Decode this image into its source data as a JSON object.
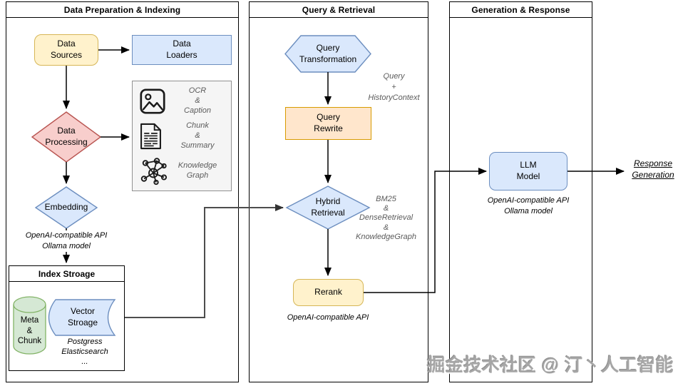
{
  "sections": [
    {
      "title": "Data Preparation & Indexing"
    },
    {
      "title": "Query & Retrieval"
    },
    {
      "title": "Generation & Response"
    }
  ],
  "nodes": {
    "data_sources": {
      "label": "Data\nSources",
      "fill": "#fff2cc",
      "border": "#d6b656"
    },
    "data_loaders": {
      "label": "Data\nLoaders",
      "fill": "#dae8fc",
      "border": "#6c8ebf"
    },
    "data_processing": {
      "label": "Data\nProcessing",
      "fill": "#f8cecc",
      "border": "#b85450"
    },
    "embedding": {
      "label": "Embedding",
      "note": "OpenAI-compatible API\nOllama model",
      "fill": "#dae8fc",
      "border": "#6c8ebf"
    },
    "query_transformation": {
      "label": "Query\nTransformation",
      "fill": "#dae8fc",
      "border": "#6c8ebf"
    },
    "query_rewrite": {
      "label": "Query\nRewrite",
      "fill": "#ffe6cc",
      "border": "#d79b00"
    },
    "hybrid_retrieval": {
      "label": "Hybrid\nRetrieval",
      "fill": "#dae8fc",
      "border": "#6c8ebf"
    },
    "rerank": {
      "label": "Rerank",
      "note": "OpenAI-compatible API",
      "fill": "#fff2cc",
      "border": "#d6b656"
    },
    "llm_model": {
      "label": "LLM\nModel",
      "note": "OpenAI-compatible API\nOllama model",
      "fill": "#dae8fc",
      "border": "#6c8ebf"
    }
  },
  "processing_panel": {
    "items": [
      {
        "icon": "image-icon",
        "label": "OCR\n&\nCaption"
      },
      {
        "icon": "document-icon",
        "label": "Chunk\n&\nSummary"
      },
      {
        "icon": "knowledge-graph-icon",
        "label": "Knowledge\nGraph"
      }
    ]
  },
  "index_storage": {
    "title": "Index Stroage",
    "meta_chunk": {
      "label": "Meta\n&\nChunk",
      "fill": "#d5e8d4",
      "border": "#82b366"
    },
    "vector_storage": {
      "label": "Vector\nStroage",
      "note": "Postgress\nElasticsearch\n...",
      "fill": "#dae8fc",
      "border": "#6c8ebf"
    }
  },
  "annotations": {
    "query_context": "Query\n+\nHistoryContext",
    "retrieval_methods": "BM25\n&\nDenseRetrieval\n&\nKnowledgeGraph",
    "response_generation": "Response\nGeneration"
  },
  "watermark": "掘金技术社区 @ 汀丶人工智能"
}
